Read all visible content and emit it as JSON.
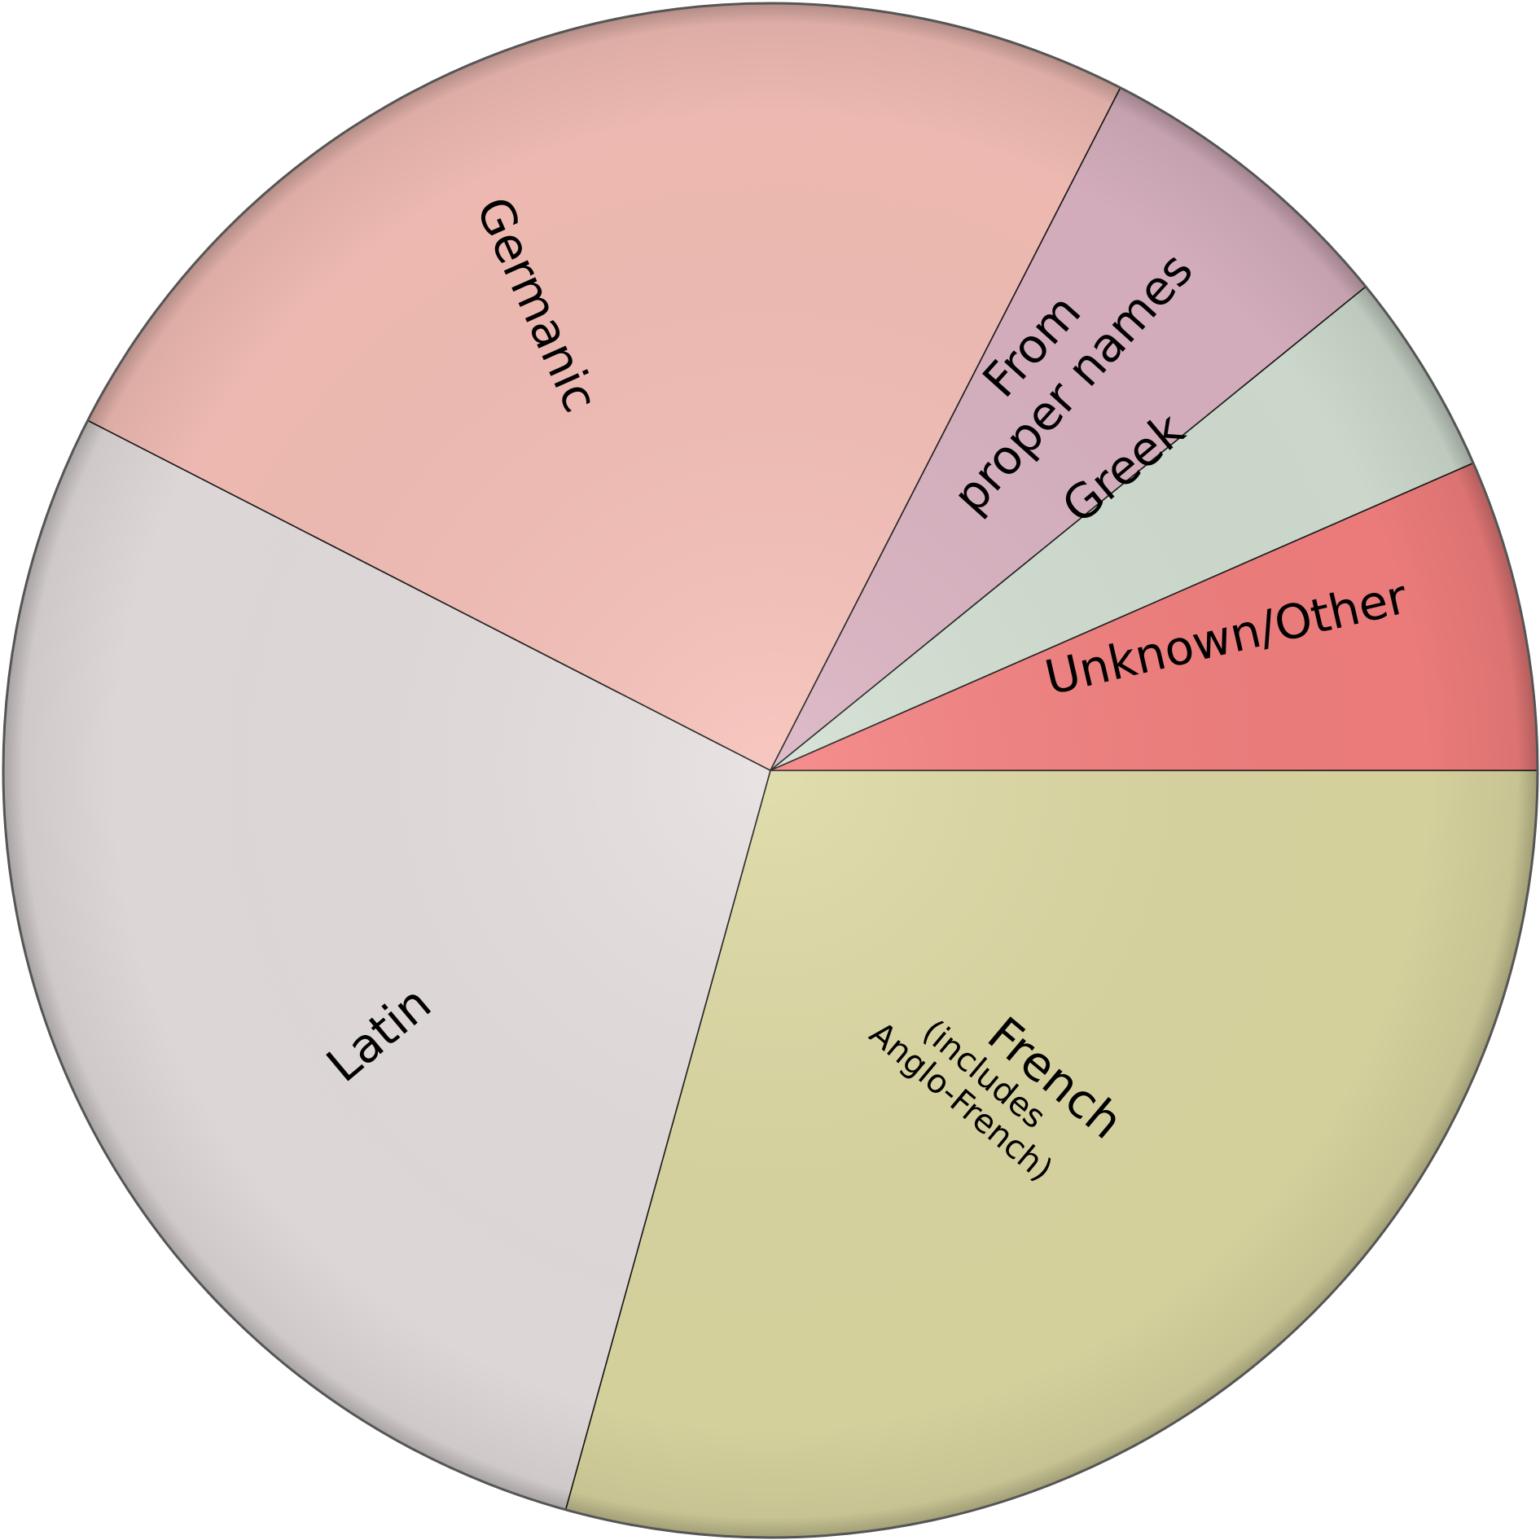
{
  "chart_data": {
    "type": "pie",
    "title": "",
    "slices": [
      {
        "label": "French",
        "sublabel_1": "(includes",
        "sublabel_2": "Anglo-French)",
        "value": 29.3,
        "color": "#ddd9a3"
      },
      {
        "label": "Latin",
        "value": 28.24,
        "color": "#e6dfdf"
      },
      {
        "label": "Germanic",
        "value": 25.0,
        "color": "#f6c0b8"
      },
      {
        "label": "From",
        "label_2": "proper names",
        "value": 6.6,
        "color": "#dbb3c2"
      },
      {
        "label": "Greek",
        "value": 4.3,
        "color": "#d3e0d3"
      },
      {
        "label": "Unknown/Other",
        "value": 6.56,
        "color": "#f4807f"
      }
    ],
    "start_angle_deg": 0,
    "direction": "clockwise",
    "legend": "none"
  }
}
